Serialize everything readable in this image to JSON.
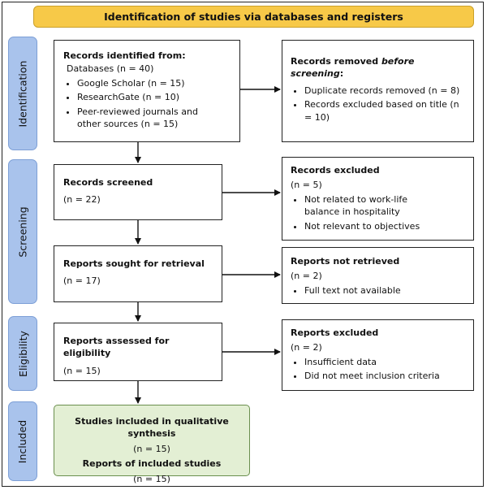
{
  "header": {
    "title": "Identification of studies via databases and registers"
  },
  "phases": {
    "identification": "Identification",
    "screening": "Screening",
    "eligibility": "Eligibility",
    "included": "Included"
  },
  "identified": {
    "title": "Records identified from:",
    "databases": "Databases (n = 40)",
    "items": [
      "Google Scholar (n = 15)",
      "ResearchGate (n = 10)",
      "Peer-reviewed journals and other sources (n = 15)"
    ]
  },
  "removed": {
    "title_prefix": "Records removed ",
    "title_italic": "before screening",
    "title_suffix": ":",
    "items": [
      "Duplicate records removed (n = 8)",
      "Records excluded based on title (n = 10)"
    ]
  },
  "screened": {
    "title": "Records screened",
    "n": "(n = 22)"
  },
  "excluded": {
    "title": "Records excluded",
    "n": "(n = 5)",
    "items": [
      "Not related to work-life balance in hospitality",
      "Not relevant to objectives"
    ]
  },
  "sought": {
    "title": "Reports sought for retrieval",
    "n": "(n = 17)"
  },
  "not_retrieved": {
    "title": "Reports not retrieved",
    "n": "(n = 2)",
    "items": [
      "Full text not available"
    ]
  },
  "assessed": {
    "title": "Reports assessed for eligibility",
    "n": "(n = 15)"
  },
  "reports_excluded": {
    "title": "Reports excluded",
    "n": "(n = 2)",
    "items": [
      "Insufficient data",
      "Did not meet inclusion criteria"
    ]
  },
  "included": {
    "title1": "Studies included in qualitative synthesis",
    "n1": "(n = 15)",
    "title2": "Reports of included studies",
    "n2": "(n = 15)"
  }
}
